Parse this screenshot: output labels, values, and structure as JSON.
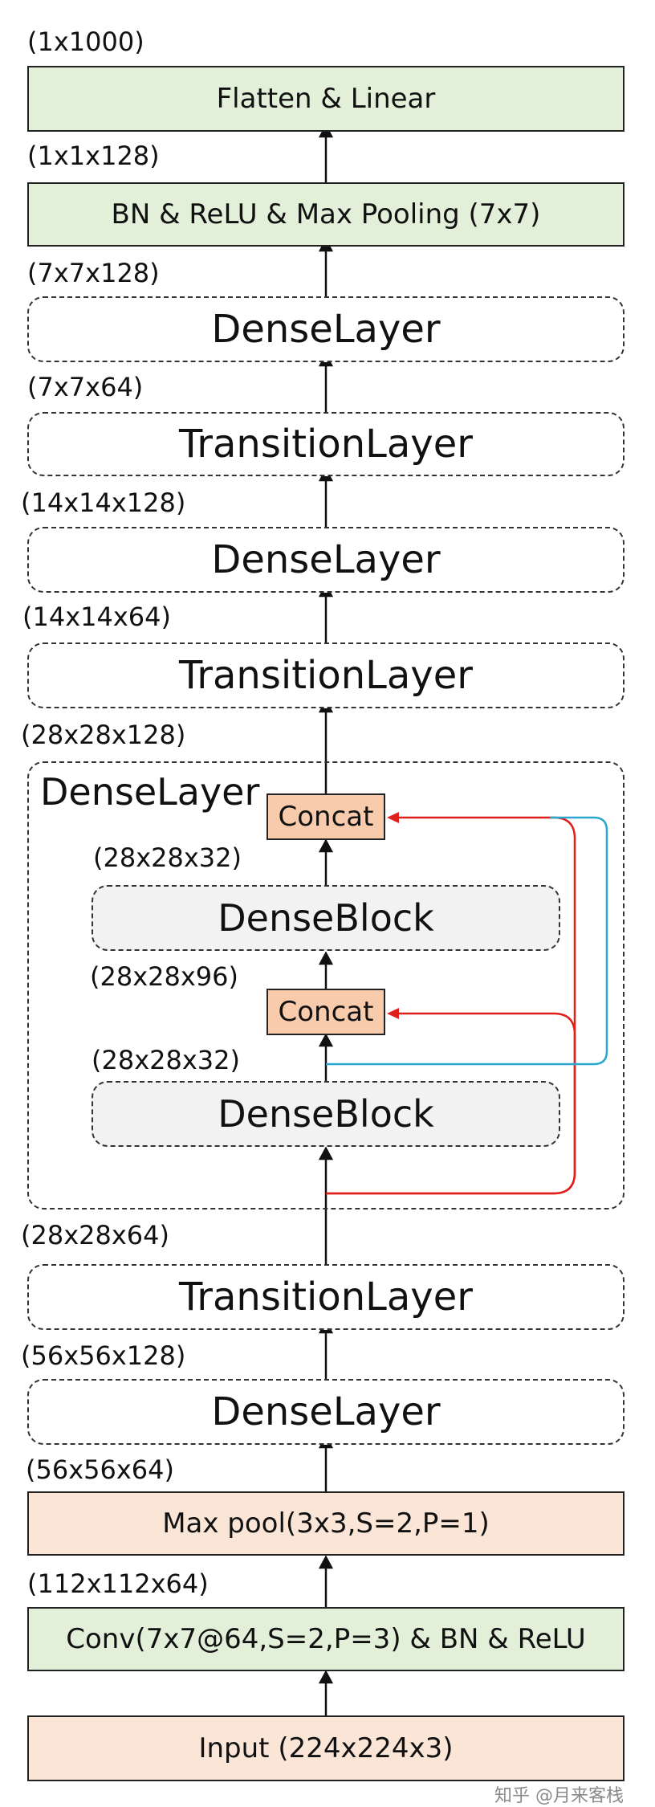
{
  "layers": {
    "input": "Input (224x224x3)",
    "conv": "Conv(7x7@64,S=2,P=3) & BN &  ReLU",
    "maxpool": "Max pool(3x3,S=2,P=1)",
    "dense1": "DenseLayer",
    "trans1": "TransitionLayer",
    "dense2_title": "DenseLayer",
    "block_a": "DenseBlock",
    "block_b": "DenseBlock",
    "concat_a": "Concat",
    "concat_b": "Concat",
    "trans2": "TransitionLayer",
    "dense3": "DenseLayer",
    "trans3": "TransitionLayer",
    "dense4": "DenseLayer",
    "bnpool": "BN & ReLU & Max Pooling (7x7)",
    "linear": "Flatten & Linear"
  },
  "shapes": {
    "s1000": "(1x1000)",
    "s1x1x128": "(1x1x128)",
    "s7x7x128": "(7x7x128)",
    "s7x7x64": "(7x7x64)",
    "s14x14x128": "(14x14x128)",
    "s14x14x64": "(14x14x64)",
    "s28x28x128": "(28x28x128)",
    "s28x28x32_top": "(28x28x32)",
    "s28x28x96": "(28x28x96)",
    "s28x28x32_bot": "(28x28x32)",
    "s28x28x64": "(28x28x64)",
    "s56x56x128": "(56x56x128)",
    "s56x56x64": "(56x56x64)",
    "s112x112x64": "(112x112x64)"
  },
  "watermark": "知乎 @月来客栈",
  "colors": {
    "green_fill": "#e2efd9",
    "peach_fill": "#fbe5d6",
    "concat_fill": "#f8cbad",
    "block_fill": "#f2f2f2",
    "red_link": "#e0201c",
    "blue_link": "#2aa7cf"
  }
}
